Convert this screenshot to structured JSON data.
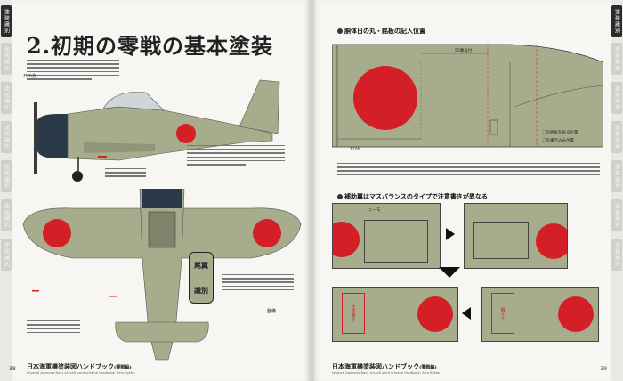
{
  "left_page": {
    "chapter_title": "2.初期の零戦の基本塗装",
    "page_number": "38",
    "footer_title": "日本海軍機塗装図ハンドブック",
    "footer_title_suffix": "(零戦編)",
    "footer_subtitle": "Imperial Japanese Navy aircraft paint scheme Handbook: Zero fighter",
    "caption_hinomaru": "日の丸",
    "caption_seibi": "整備",
    "fin_marking": "尾翼",
    "fin_marking_2": "識別",
    "side_tabs": [
      "塗装識別",
      "塗装識別",
      "塗装識別",
      "塗装識別",
      "塗装識別",
      "塗装識別",
      "塗装識別"
    ]
  },
  "right_page": {
    "page_number": "39",
    "footer_title": "日本海軍機塗装図ハンドブック",
    "footer_title_suffix": "(零戦編)",
    "footer_subtitle": "Imperial Japanese Navy aircraft paint scheme Handbook: Zero fighter",
    "section1_title": "胴体日の丸・銘板の記入位置",
    "section2_title": "補助翼はマスバランスのタイプで注意書きが異なる",
    "label_dim_top": "55番号付",
    "label_plate": "この銘板を貼る位置",
    "label_size": "1100",
    "label_pos": "この書き込み位置",
    "warn_label_1": "ニーモ",
    "warn_label_2": "注意書き",
    "warn_label_3": "触ルナ",
    "side_tabs": [
      "塗装識別",
      "塗装識別",
      "塗装識別",
      "塗装識別",
      "塗装識別",
      "塗装識別",
      "塗装識別"
    ]
  },
  "colors": {
    "hinomaru": "#d51f26",
    "airframe": "#a7ad8c",
    "cowling": "#2a3a48",
    "page": "#f7f6f2"
  }
}
